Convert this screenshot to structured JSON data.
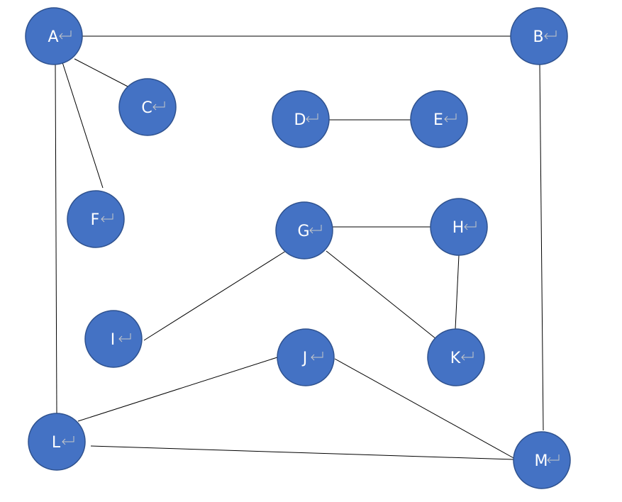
{
  "diagram": {
    "node_color": "#4472C4",
    "node_border_color": "#2F528F",
    "label_color": "#FFFFFF",
    "edge_color": "#000000",
    "nodes": [
      {
        "id": "A",
        "label": "A"
      },
      {
        "id": "B",
        "label": "B"
      },
      {
        "id": "C",
        "label": "C"
      },
      {
        "id": "D",
        "label": "D"
      },
      {
        "id": "E",
        "label": "E"
      },
      {
        "id": "F",
        "label": "F"
      },
      {
        "id": "G",
        "label": "G"
      },
      {
        "id": "H",
        "label": "H"
      },
      {
        "id": "I",
        "label": "I"
      },
      {
        "id": "J",
        "label": "J"
      },
      {
        "id": "K",
        "label": "K"
      },
      {
        "id": "L",
        "label": "L"
      },
      {
        "id": "M",
        "label": "M"
      }
    ],
    "edges": [
      {
        "from": "A",
        "to": "B"
      },
      {
        "from": "A",
        "to": "C"
      },
      {
        "from": "A",
        "to": "F"
      },
      {
        "from": "A",
        "to": "L"
      },
      {
        "from": "B",
        "to": "M"
      },
      {
        "from": "D",
        "to": "E"
      },
      {
        "from": "G",
        "to": "H"
      },
      {
        "from": "G",
        "to": "I"
      },
      {
        "from": "G",
        "to": "K"
      },
      {
        "from": "H",
        "to": "K"
      },
      {
        "from": "J",
        "to": "L"
      },
      {
        "from": "J",
        "to": "M"
      },
      {
        "from": "L",
        "to": "M"
      }
    ]
  }
}
